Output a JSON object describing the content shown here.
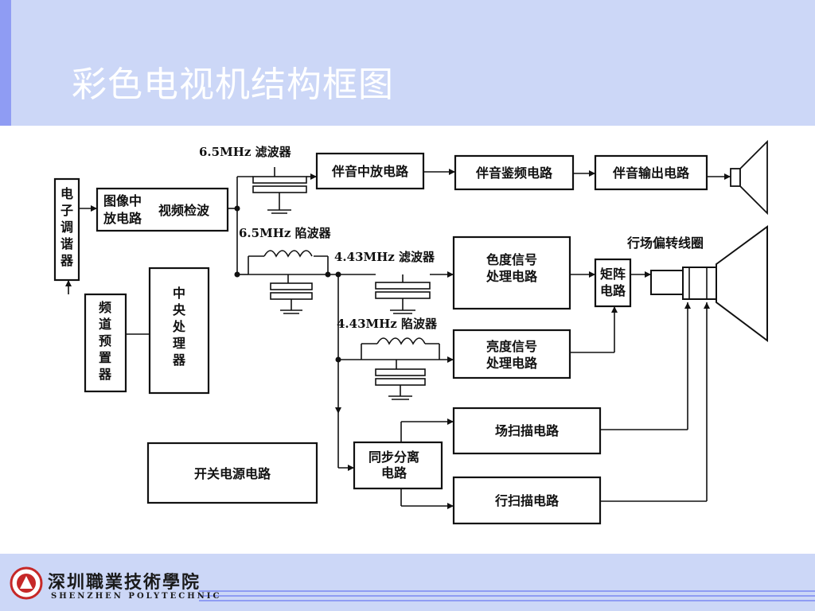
{
  "slide": {
    "title": "彩色电视机结构框图"
  },
  "diagram": {
    "blocks": {
      "tuner": [
        "电",
        "子",
        "调",
        "谐",
        "器"
      ],
      "if_amp": [
        "图像中",
        "放电路"
      ],
      "video_detect": "视频检波",
      "sound_if": "伴音中放电路",
      "sound_disc": "伴音鉴频电路",
      "sound_out": "伴音输出电路",
      "preset": [
        "频",
        "道",
        "预",
        "置",
        "器"
      ],
      "cpu": [
        "中",
        "央",
        "处",
        "理",
        "器"
      ],
      "chroma": [
        "色度信号",
        "处理电路"
      ],
      "matrix": [
        "矩阵",
        "电路"
      ],
      "luma": [
        "亮度信号",
        "处理电路"
      ],
      "field_scan": "场扫描电路",
      "sync_sep": [
        "同步分离",
        "电路"
      ],
      "line_scan": "行扫描电路",
      "power": "开关电源电路"
    },
    "filters": {
      "f65_band": "6.5MHz 滤波器",
      "f65_trap": "6.5MHz 陷波器",
      "f443_band": "4.43MHz 滤波器",
      "f443_trap": "4.43MHz 陷波器"
    },
    "yoke_label": "行场偏转线圈"
  },
  "footer": {
    "school_cn": "深圳職業技術學院",
    "school_en": "SHENZHEN  POLYTECHNIC"
  }
}
